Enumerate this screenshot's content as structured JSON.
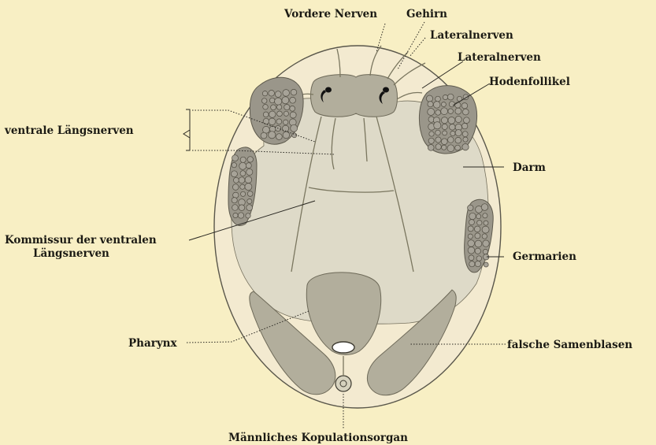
{
  "labels": {
    "vordere_nerven": "Vordere Nerven",
    "gehirn": "Gehirn",
    "lateralnerven_1": "Lateralnerven",
    "lateralnerven_2": "Lateralnerven",
    "hodenfollikel": "Hodenfollikel",
    "ventrale_laengsnerven": "ventrale Längsnerven",
    "darm": "Darm",
    "kommissur_line1": "Kommissur der ventralen",
    "kommissur_line2": "Längsnerven",
    "germarien": "Germarien",
    "pharynx": "Pharynx",
    "falsche_samenblasen": "falsche Samenblasen",
    "kopulationsorgan": "Männliches Kopulationsorgan"
  },
  "colors": {
    "background": "#f8efc4",
    "body": "#f3ead0",
    "gut": "#dedac8",
    "organ": "#b2ae9c",
    "ink": "#1b1a14"
  }
}
